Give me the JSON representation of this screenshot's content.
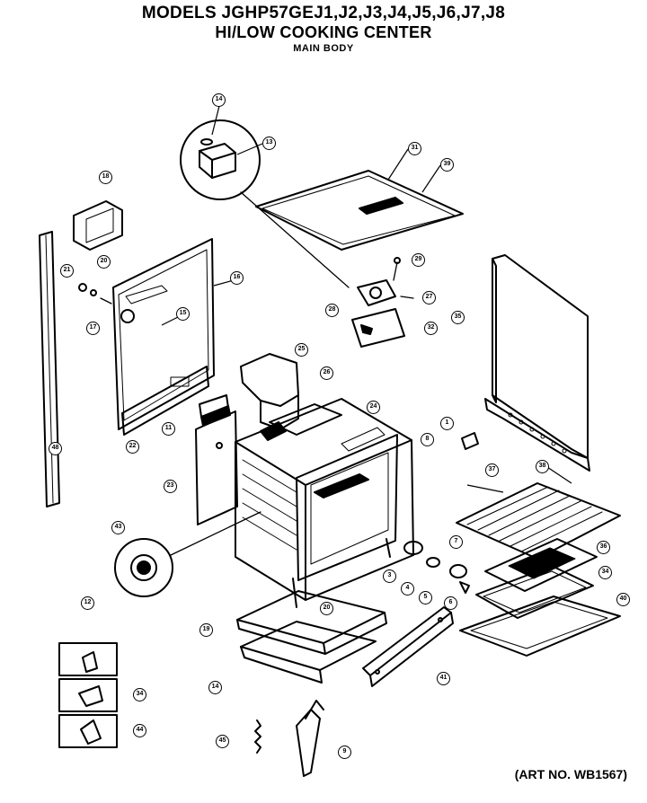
{
  "header": {
    "title_line1": "MODELS JGHP57GEJ1,J2,J3,J4,J5,J6,J7,J8",
    "title_line2": "HI/LOW COOKING CENTER",
    "title_line3": "MAIN BODY"
  },
  "footer": {
    "art_number": "(ART NO. WB1567)"
  },
  "callouts": [
    "14",
    "13",
    "31",
    "39",
    "18",
    "21",
    "20",
    "17",
    "16",
    "15",
    "29",
    "28",
    "27",
    "32",
    "35",
    "25",
    "26",
    "11",
    "24",
    "1",
    "8",
    "23",
    "22",
    "48",
    "37",
    "38",
    "43",
    "3",
    "7",
    "36",
    "4",
    "5",
    "6",
    "34",
    "40",
    "12",
    "19",
    "14",
    "20",
    "41",
    "45",
    "9"
  ]
}
